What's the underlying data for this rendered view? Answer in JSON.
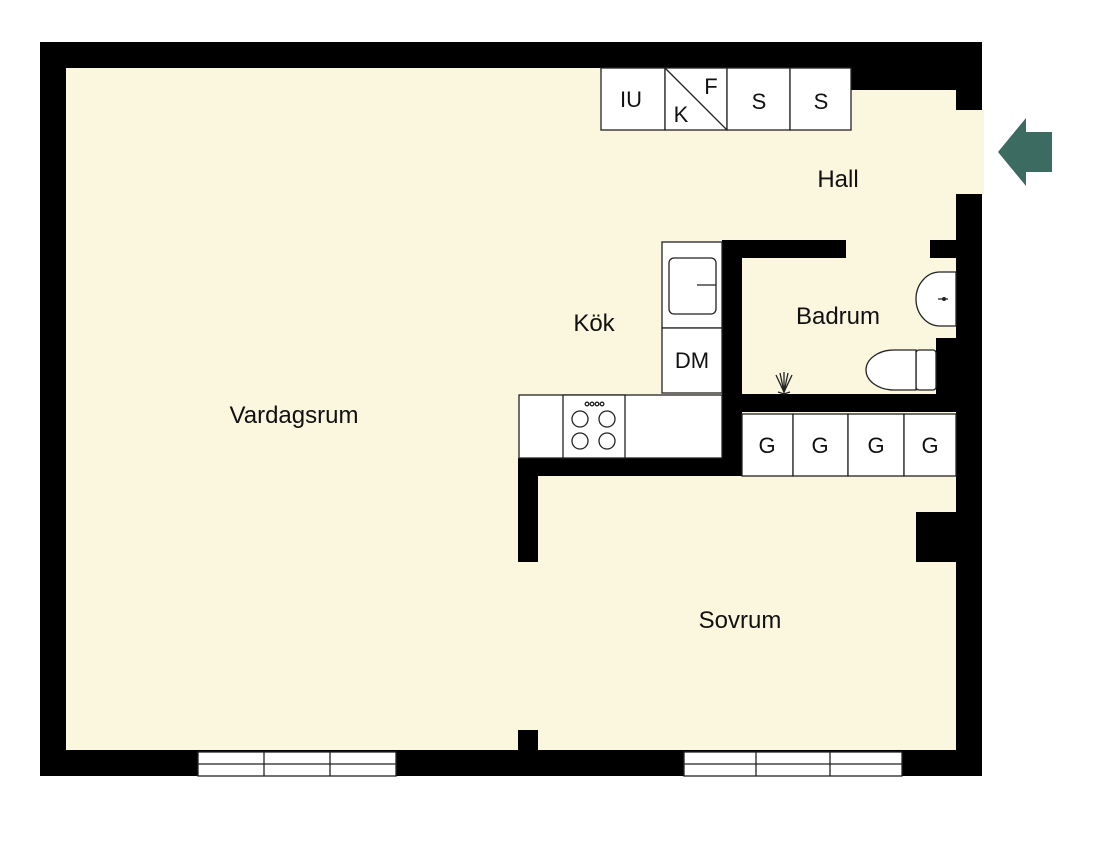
{
  "rooms": {
    "vardagsrum": "Vardagsrum",
    "kok": "Kök",
    "hall": "Hall",
    "badrum": "Badrum",
    "sovrum": "Sovrum"
  },
  "fixtures": {
    "iu": "IU",
    "f": "F",
    "k": "K",
    "s1": "S",
    "s2": "S",
    "dm": "DM",
    "g1": "G",
    "g2": "G",
    "g3": "G",
    "g4": "G"
  },
  "colors": {
    "floor": "#FBF6DE",
    "wall": "#000000",
    "entrance_arrow": "#3C6B62"
  },
  "icons": {
    "entrance": "entrance-arrow-icon",
    "sink": "sink-icon",
    "stove": "stove-icon",
    "washbasin": "washbasin-icon",
    "toilet": "toilet-icon",
    "shower": "shower-icon"
  }
}
